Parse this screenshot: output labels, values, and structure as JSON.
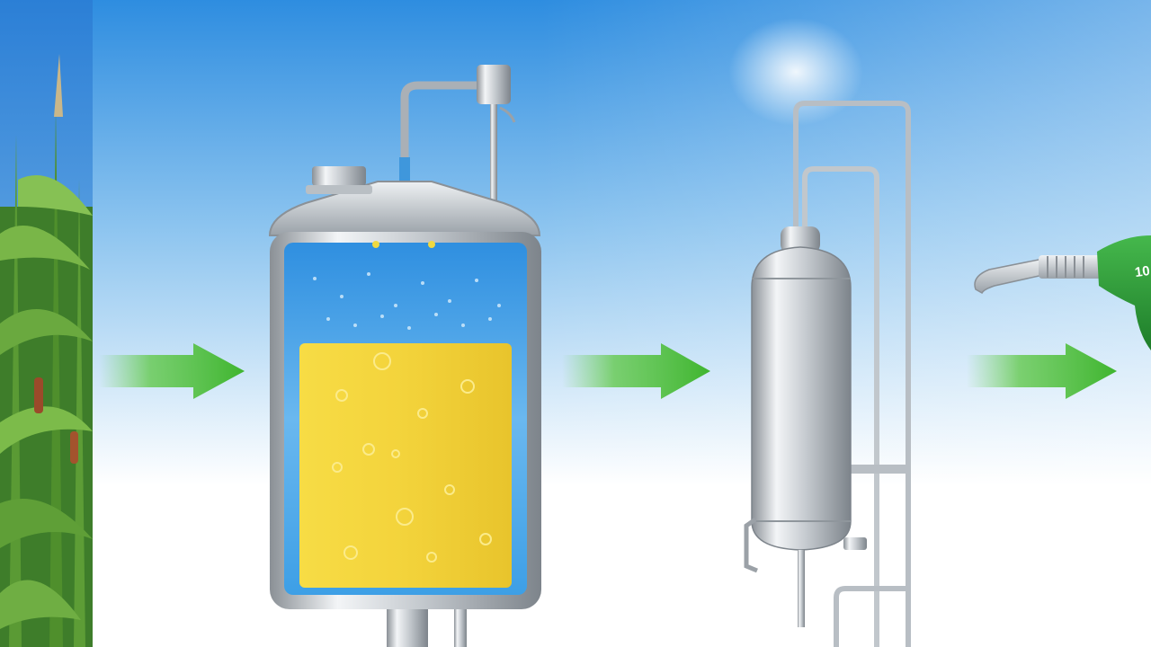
{
  "diagram": {
    "stages": [
      "corn-crop",
      "fermentation-tank",
      "distillation-column",
      "fuel-pump-nozzle"
    ],
    "arrows": 3
  },
  "nozzle": {
    "label": "10"
  },
  "colors": {
    "sky_top": "#2f8fe0",
    "sky_bottom": "#ffffff",
    "arrow_green": "#4cc23b",
    "tank_liquid": "#f2d33c",
    "tank_blue": "#3fa3e6",
    "steel": "#c9ced3",
    "nozzle_green": "#2f9e3a"
  }
}
